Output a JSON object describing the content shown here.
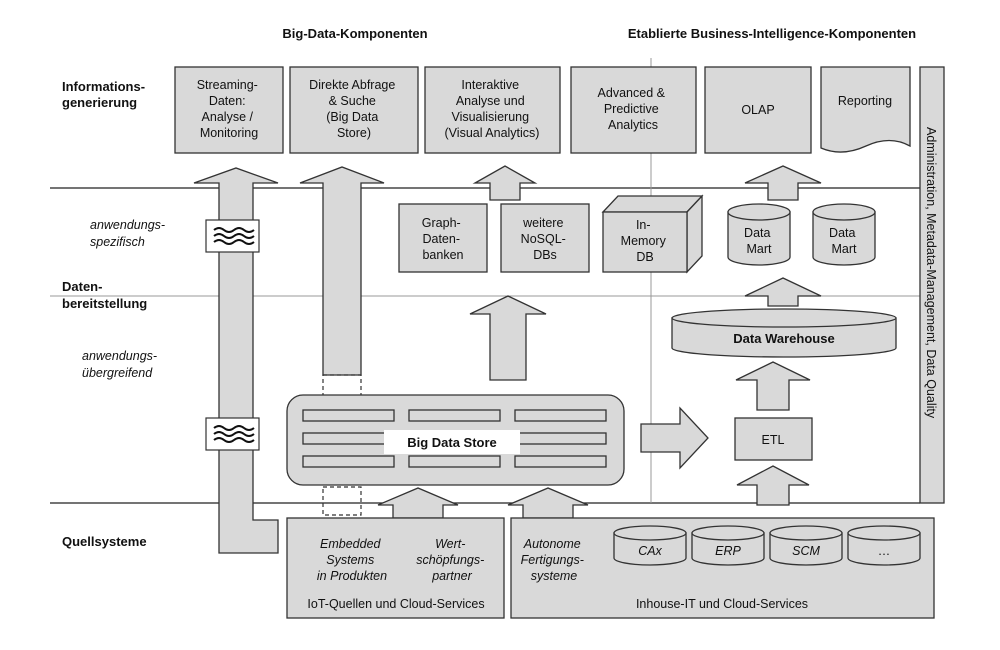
{
  "headings": {
    "big_data": "Big-Data-Komponenten",
    "bi": "Etablierte Business-Intelligence-Komponenten"
  },
  "rows": {
    "informationsgenerierung": [
      "Informations-",
      "generierung"
    ],
    "anwendungsspezifisch": [
      "anwendungs-",
      "spezifisch"
    ],
    "datenbereitstellung": [
      "Daten-",
      "bereitstellung"
    ],
    "anwendungsuebergreifend": [
      "anwendungs-",
      "übergreifend"
    ],
    "quellsysteme": [
      "Quellsysteme"
    ]
  },
  "top_boxes": {
    "streaming": [
      "Streaming-",
      "Daten:",
      "Analyse /",
      "Monitoring"
    ],
    "direkte_abfrage": [
      "Direkte Abfrage",
      "& Suche",
      "(Big Data",
      "Store)"
    ],
    "interaktive": [
      "Interaktive",
      "Analyse und",
      "Visualisierung",
      "(Visual Analytics)"
    ],
    "advanced": [
      "Advanced &",
      "Predictive",
      "Analytics"
    ],
    "olap": [
      "OLAP"
    ],
    "reporting": [
      "Reporting"
    ]
  },
  "mid_boxes": {
    "graph": [
      "Graph-",
      "Daten-",
      "banken"
    ],
    "nosql": [
      "weitere",
      "NoSQL-",
      "DBs"
    ],
    "inmemory": [
      "In-",
      "Memory",
      "DB"
    ],
    "datamart1": [
      "Data",
      "Mart"
    ],
    "datamart2": [
      "Data",
      "Mart"
    ]
  },
  "data_warehouse": "Data Warehouse",
  "big_data_store": "Big Data Store",
  "etl": "ETL",
  "admin_bar": "Administration, Metadata-Management, Data Quality",
  "sources": {
    "embedded": [
      "Embedded",
      "Systems",
      "in Produkten"
    ],
    "wertschoepfung": [
      "Wert-",
      "schöpfungs-",
      "partner"
    ],
    "iot_label": "IoT-Quellen und Cloud-Services",
    "autonome": [
      "Autonome",
      "Fertigungs-",
      "systeme"
    ],
    "cax": "CAx",
    "erp": "ERP",
    "scm": "SCM",
    "more": "…",
    "inhouse_label": "Inhouse-IT und Cloud-Services"
  },
  "colors": {
    "box_fill": "#d9d9d9",
    "box_stroke": "#333333",
    "grid_line": "#999999",
    "layer_line": "#222222"
  }
}
